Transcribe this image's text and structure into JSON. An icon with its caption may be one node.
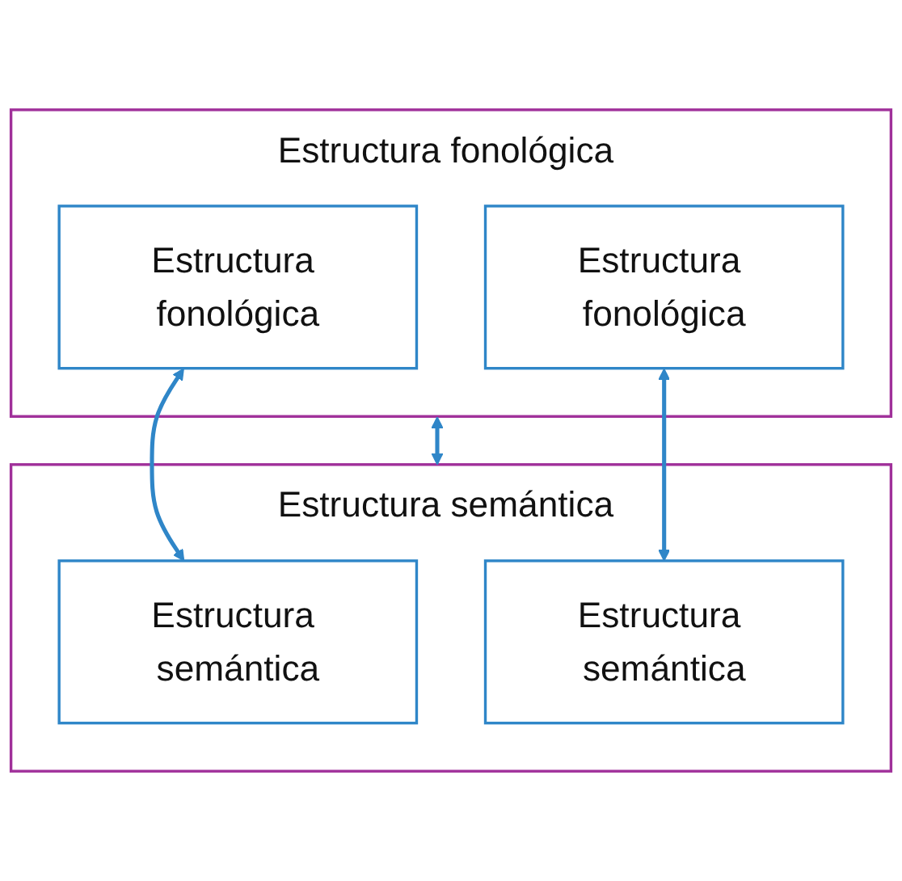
{
  "diagram": {
    "nodes": [
      {
        "text": [
          "Estructura fonológica"
        ]
      },
      {
        "text": [
          "Estructura fonológica"
        ],
        "in": 0
      },
      {
        "text": [
          "Estructura fonológica"
        ],
        "in": 0
      },
      {
        "text": [
          "Estructura semántica"
        ]
      },
      {
        "text": [
          "Estructura semántica"
        ],
        "in": 3
      },
      {
        "text": [
          "Estructura semántica"
        ],
        "in": 3
      }
    ],
    "edges": [
      {
        "from": 1,
        "to": 4,
        "arrow": "both"
      },
      {
        "from": 0,
        "to": 3,
        "arrow": "both"
      },
      {
        "from": 2,
        "to": 5,
        "arrow": "both"
      }
    ]
  }
}
